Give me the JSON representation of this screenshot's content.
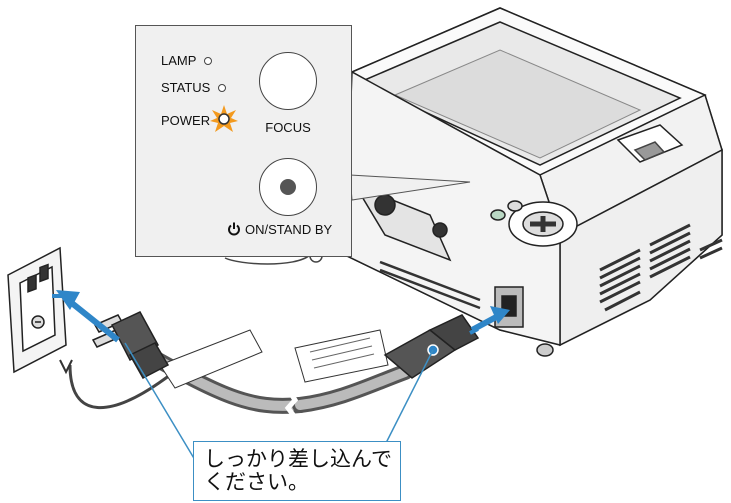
{
  "panel": {
    "indicators": [
      {
        "label": "LAMP"
      },
      {
        "label": "STATUS"
      },
      {
        "label": "POWER"
      }
    ],
    "focus_label": "FOCUS",
    "onstandby_label": "ON/STAND BY",
    "power_led_color": "#f39a1e"
  },
  "callout": {
    "text": "しっかり差し込んで\nください。",
    "border_color": "#3c8fc4"
  },
  "arrow_color": "#2f86c8",
  "icons": [
    "power-symbol-icon",
    "plug-arrow-icon",
    "inlet-arrow-icon"
  ]
}
